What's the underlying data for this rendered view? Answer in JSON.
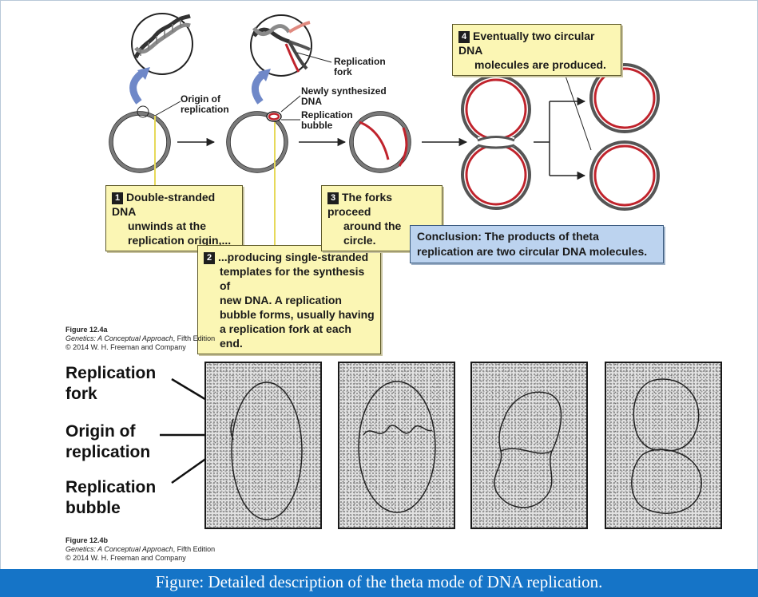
{
  "callouts": {
    "step1": {
      "num": "1",
      "lines": [
        "Double-stranded DNA",
        "unwinds at the",
        "replication origin,..."
      ]
    },
    "step2": {
      "num": "2",
      "lines": [
        "...producing single-stranded",
        "templates for the synthesis of",
        "new DNA. A replication",
        "bubble forms, usually having",
        "a replication fork at each end."
      ]
    },
    "step3": {
      "num": "3",
      "lines": [
        "The forks proceed",
        "around the circle."
      ]
    },
    "step4": {
      "num": "4",
      "lines": [
        "Eventually two circular DNA",
        "molecules are produced."
      ]
    }
  },
  "conclusion": {
    "lines": [
      "Conclusion: The products of theta",
      "replication are two circular DNA molecules."
    ]
  },
  "labels": {
    "origin": [
      "Origin of",
      "replication"
    ],
    "fork": [
      "Replication",
      "fork"
    ],
    "newly": [
      "Newly synthesized",
      "DNA"
    ],
    "bubble": [
      "Replication",
      "bubble"
    ]
  },
  "micro_labels": {
    "fork": [
      "Replication",
      "fork"
    ],
    "origin": [
      "Origin of",
      "replication"
    ],
    "bubble": [
      "Replication",
      "bubble"
    ]
  },
  "figref_a": {
    "figure": "Figure 12.4a",
    "book": "Genetics: A Conceptual Approach",
    "edition": ", Fifth Edition",
    "copyright": "© 2014 W. H. Freeman and Company"
  },
  "figref_b": {
    "figure": "Figure 12.4b",
    "book": "Genetics: A Conceptual Approach",
    "edition": ", Fifth Edition",
    "copyright": "© 2014 W. H. Freeman and Company"
  },
  "caption": "Figure: Detailed description of the theta mode of DNA replication.",
  "colors": {
    "dna_old": "#555555",
    "dna_new": "#c0232c",
    "callout_bg": "#fbf6b4",
    "conclusion_bg": "#bcd3ef",
    "caption_bar": "#1574c7",
    "zoom_arrow": "#6f88c8"
  }
}
